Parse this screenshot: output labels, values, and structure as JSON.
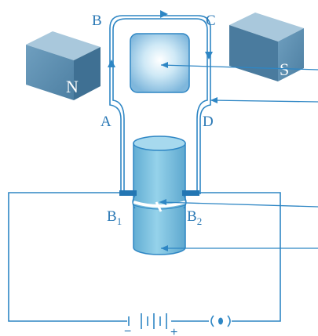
{
  "labels": {
    "corner_b": "B",
    "corner_c": "C",
    "corner_a": "A",
    "corner_d": "D",
    "pole_n": "N",
    "pole_s": "S",
    "brush_1_letter": "B",
    "brush_1_sub": "1",
    "brush_2_letter": "B",
    "brush_2_sub": "2",
    "battery_minus": "−",
    "battery_plus": "+"
  },
  "colors": {
    "wire": "#2e86c4",
    "label": "#2a78b5",
    "magnet": "#5b8fb0",
    "cylinder": "#7ec3df",
    "coil_glow": "#ffffff"
  },
  "icons": [
    "magnet-north",
    "magnet-south",
    "rectangular-coil",
    "soft-iron-core",
    "split-ring-commutator",
    "carbon-brushes",
    "battery",
    "plug-key"
  ]
}
